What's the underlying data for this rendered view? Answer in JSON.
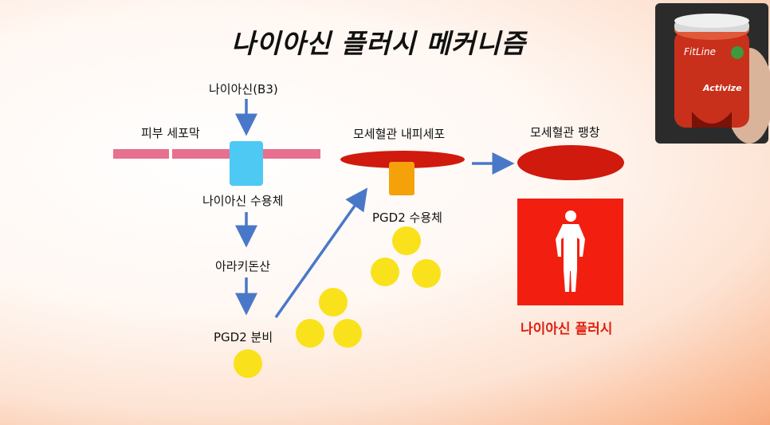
{
  "title": "나이아신 플러시 메커니즘",
  "labels": {
    "niacin": "나이아신(B3)",
    "skin_membrane": "피부 세포막",
    "niacin_receptor": "나이아신 수용체",
    "arachidonic_acid": "아라키돈산",
    "pgd2_secretion": "PGD2 분비",
    "endothelial_cell": "모세혈관 내피세포",
    "pgd2_receptor": "PGD2 수용체",
    "capillary_dilation": "모세혈관 팽창",
    "niacin_flush": "나이아신 플러시"
  },
  "product": {
    "brand": "FitLine",
    "name": "Activize"
  },
  "colors": {
    "membrane": "#e8708f",
    "receptor": "#4dc9f4",
    "vessel": "#d01a0e",
    "pgd2_receptor": "#f5a20a",
    "molecule": "#f9e21b",
    "arrow": "#4a78c8",
    "flush_box": "#f21f10",
    "flush_text": "#e02010"
  }
}
